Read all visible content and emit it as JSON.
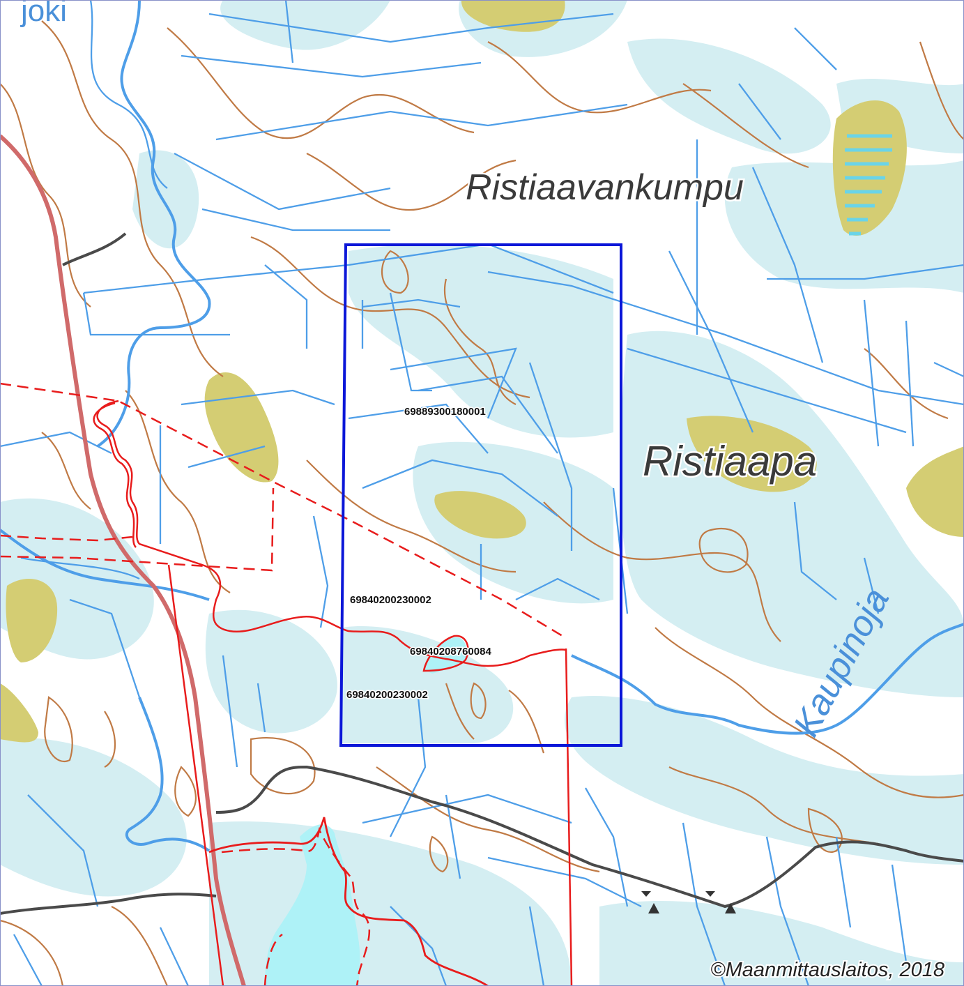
{
  "map": {
    "place_names": {
      "ristiaavankumpu": "Ristiaavankumpu",
      "ristiaapa": "Ristiaapa",
      "kaupinoja": "Kaupinoja",
      "edge_fragment": "joki"
    },
    "parcel_ids": {
      "parcel_a": "69889300180001",
      "parcel_b": "69840200230002",
      "parcel_c": "69840208760084",
      "parcel_d": "69840200230002"
    },
    "copyright": "©Maanmittauslaitos, 2018"
  },
  "colors": {
    "wetland": "#d4eef2",
    "lake": "#aef2f7",
    "field": "#d4cd73",
    "stream": "#4e9ee8",
    "contour": "#c07a45",
    "road_main": "#d06a6a",
    "road_minor": "#4a4a4a",
    "boundary_red": "#e81c1c",
    "selection_blue": "#0b17d8"
  }
}
